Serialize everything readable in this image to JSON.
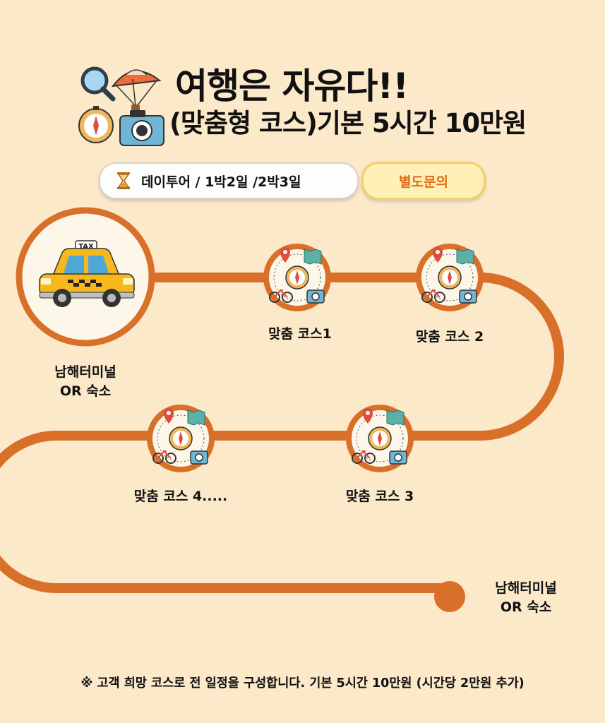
{
  "header": {
    "title": "여행은 자유다!!",
    "subtitle": "(맞춤형 코스)기본 5시간 10만원",
    "tags": {
      "duration_options": "데이투어 / 1박2일 /2박3일",
      "contact_button": "별도문의"
    }
  },
  "route": {
    "start": {
      "line1": "남해터미널",
      "line2": "OR 숙소",
      "icon": "taxi-icon"
    },
    "courses": [
      {
        "label": "맞춤 코스1"
      },
      {
        "label": "맞춤 코스 2"
      },
      {
        "label": "맞춤 코스 3"
      },
      {
        "label": "맞춤 코스 4....."
      }
    ],
    "end": {
      "line1": "남해터미널",
      "line2": "OR 숙소"
    },
    "taxi_sign": "TAX",
    "path_color": "#d9702a"
  },
  "footer": {
    "note": "※ 고객 희망 코스로 전 일정을 구성합니다. 기본 5시간 10만원 (시간당 2만원 추가)"
  },
  "colors": {
    "background": "#fbe9c9",
    "route": "#d9702a",
    "accent_text": "#e36a17",
    "pill_yellow": "#fff1b6"
  }
}
